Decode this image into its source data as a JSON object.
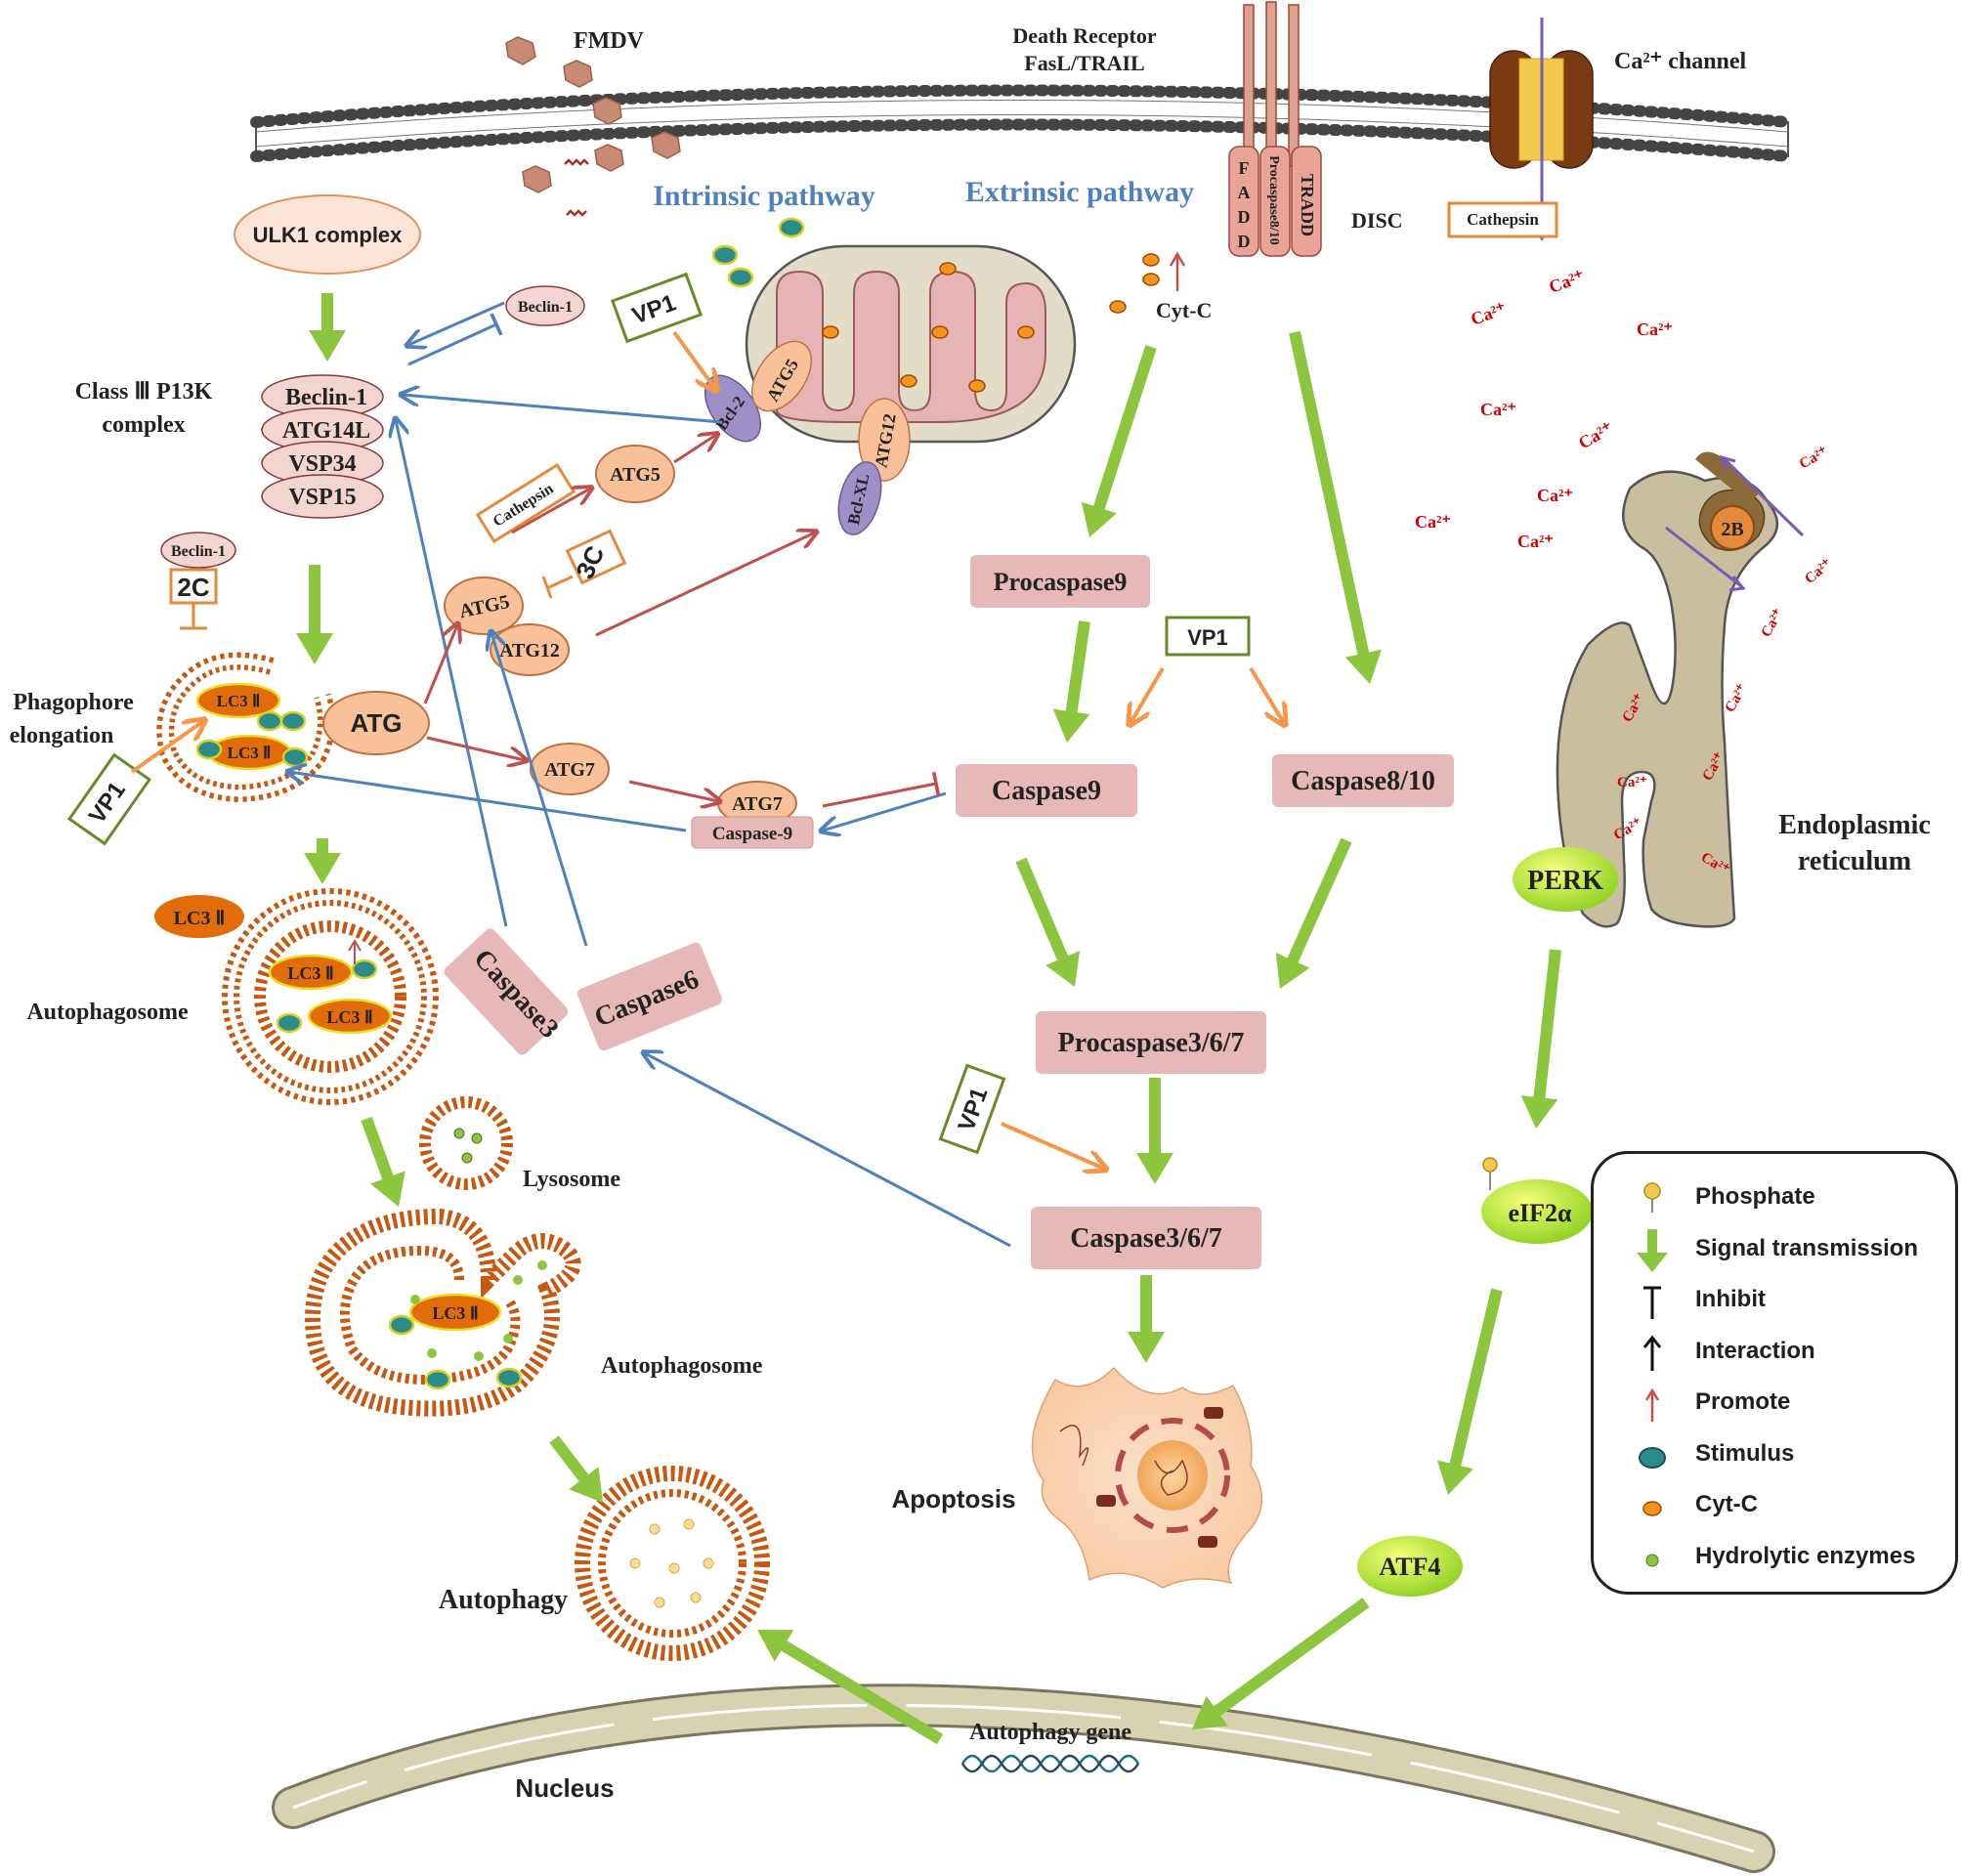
{
  "membrane": {
    "fmdv": "FMDV",
    "death_receptor": "Death Receptor",
    "fasl_trail": "FasL/TRAIL",
    "ca_channel": "Ca²⁺ channel",
    "disc": "DISC",
    "fadd_letters": [
      "F",
      "A",
      "D",
      "D"
    ],
    "procaspase810": "Procaspase8/10",
    "tradd": "TRADD",
    "cathepsin": "Cathepsin"
  },
  "pathways": {
    "intrinsic": "Intrinsic pathway",
    "extrinsic": "Extrinsic pathway"
  },
  "autophagy": {
    "ulk1": "ULK1 complex",
    "class3_line1": "Class Ⅲ P13K",
    "class3_line2": "complex",
    "complex_items": [
      "Beclin-1",
      "ATG14L",
      "VSP34",
      "VSP15"
    ],
    "beclin_free": "Beclin-1",
    "beclin_2c": "Beclin-1",
    "tag_2c": "2C",
    "phago_line1": "Phagophore",
    "phago_line2": "elongation",
    "lc3": "LC3 Ⅱ",
    "autophagosome1": "Autophagosome",
    "lysosome": "Lysosome",
    "autophagosome2": "Autophagosome",
    "autophagy": "Autophagy"
  },
  "atg": {
    "atg": "ATG",
    "atg5_a": "ATG5",
    "atg12_a": "ATG12",
    "atg7_a": "ATG7",
    "atg7_b": "ATG7",
    "caspase9_small": "Caspase-9",
    "atg5_b": "ATG5",
    "cathepsin2": "Cathepsin",
    "tag_3c": "3C",
    "bcl2": "Bcl-2",
    "atg5_mito": "ATG5",
    "atg12_mito": "ATG12",
    "bclxl": "Bcl-XL"
  },
  "vp1": "VP1",
  "apoptosis": {
    "cytc": "Cyt-C",
    "procaspase9": "Procaspase9",
    "caspase9": "Caspase9",
    "caspase810": "Caspase8/10",
    "procaspase367": "Procaspase3/6/7",
    "caspase367": "Caspase3/6/7",
    "caspase3": "Caspase3",
    "caspase6": "Caspase6",
    "apoptosis": "Apoptosis"
  },
  "er": {
    "ca": "Ca²⁺",
    "b2": "2B",
    "er_line1": "Endoplasmic",
    "er_line2": "reticulum",
    "perk": "PERK",
    "eif2a": "eIF2α",
    "atf4": "ATF4"
  },
  "nucleus": {
    "nucleus": "Nucleus",
    "gene": "Autophagy gene"
  },
  "legend": {
    "items": [
      {
        "label": "Phosphate",
        "icon": "phosphate-icon"
      },
      {
        "label": "Signal transmission",
        "icon": "green-arrow-icon"
      },
      {
        "label": "Inhibit",
        "icon": "inhibit-icon"
      },
      {
        "label": "Interaction",
        "icon": "black-arrow-icon"
      },
      {
        "label": "Promote",
        "icon": "red-arrow-icon"
      },
      {
        "label": "Stimulus",
        "icon": "teal-dot-icon"
      },
      {
        "label": "Cyt-C",
        "icon": "orange-dot-icon"
      },
      {
        "label": "Hydrolytic enzymes",
        "icon": "green-dot-icon"
      }
    ]
  },
  "colors": {
    "signal_green": "#8CC63F",
    "interaction_blue": "#4F81BD",
    "promote_red": "#C0504D",
    "vp1_orange": "#F79646",
    "caspase_pink": "#E6B9B8",
    "membrane_orange": "#C65911",
    "stimulus_teal": "#1F8C8C"
  }
}
